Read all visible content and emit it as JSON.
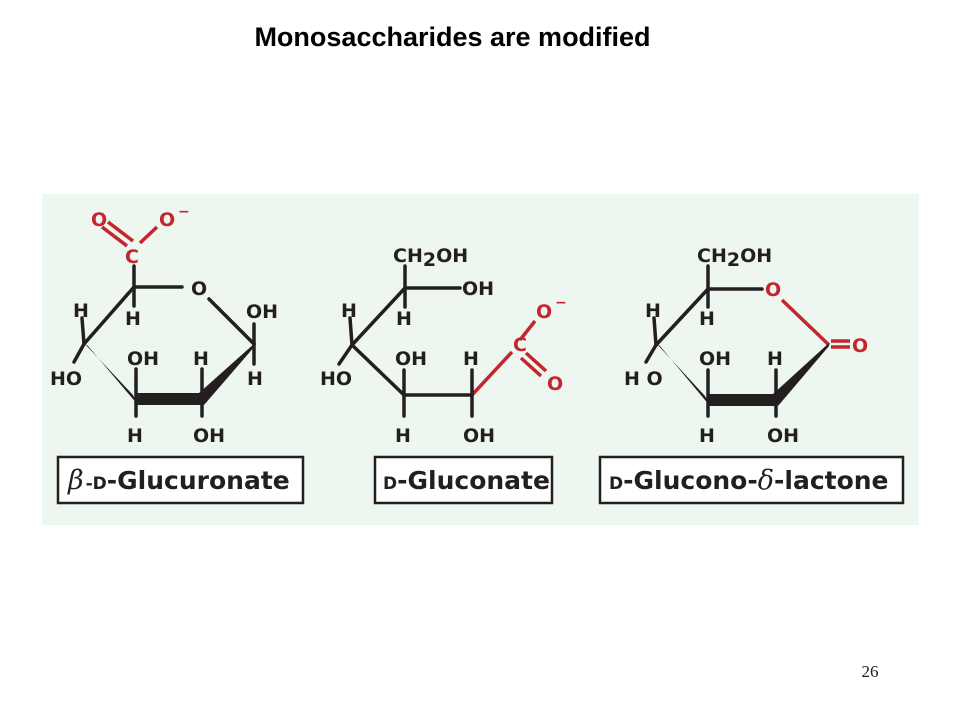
{
  "slide": {
    "title": "Monosaccharides are modified",
    "page_number": "26"
  },
  "figure": {
    "background": "#edf6ef",
    "bond_color": "#231f20",
    "highlight_color": "#c4262e",
    "molecules": [
      {
        "id": "glucuronate",
        "prefix_greek": "β",
        "prefix_config": "-D",
        "name": "-Glucuronate",
        "atoms": {
          "carboxyl_O": "O",
          "carboxyl_O_minus": "O",
          "charge": "−",
          "carboxyl_C": "C",
          "ring_O": "O",
          "c5_H": "H",
          "c4_H": "H",
          "c4_HO": "HO",
          "c3_OH": "OH",
          "c3_H": "H",
          "c2_H": "H",
          "c2_OH": "OH",
          "c1_OH": "OH",
          "c1_H": "H"
        }
      },
      {
        "id": "gluconate",
        "prefix_config": "D",
        "name": "-Gluconate",
        "atoms": {
          "ch2oh_a": "CH",
          "ch2oh_sub": "2",
          "ch2oh_b": "OH",
          "c5_OH": "OH",
          "c5_H": "H",
          "c4_H": "H",
          "c4_HO": "HO",
          "c3_OH": "OH",
          "c3_H": "H",
          "c2_H": "H",
          "c2_OH": "OH",
          "carboxyl_C": "C",
          "carboxyl_O_minus": "O",
          "charge": "−",
          "carboxyl_O": "O"
        }
      },
      {
        "id": "gluconolactone",
        "prefix_config": "D",
        "name_a": "-Glucono-",
        "greek": "δ",
        "name_b": "-lactone",
        "atoms": {
          "ch2oh_a": "CH",
          "ch2oh_sub": "2",
          "ch2oh_b": "OH",
          "ring_O": "O",
          "carbonyl_O": "O",
          "c5_H": "H",
          "c4_H": "H",
          "c4_HO": "H O",
          "c3_OH": "OH",
          "c3_H": "H",
          "c2_H": "H",
          "c2_OH": "OH"
        }
      }
    ]
  }
}
